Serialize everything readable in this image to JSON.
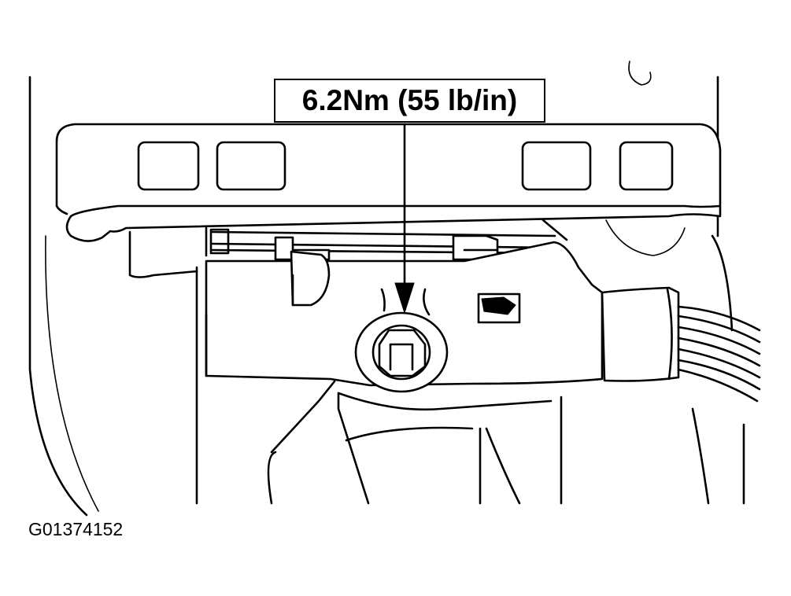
{
  "callout": {
    "torque_label": "6.2Nm (55 lb/in)"
  },
  "figure": {
    "id": "G01374152"
  },
  "parts": [
    "dashboard-panel",
    "module-bracket",
    "electrical-connector",
    "mounting-bolt",
    "wiring-harness"
  ]
}
